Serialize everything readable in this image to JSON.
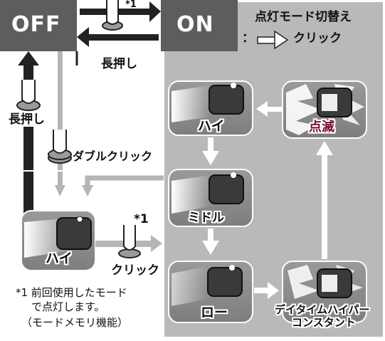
{
  "modes": {
    "off": "OFF",
    "on": "ON"
  },
  "legend": {
    "title": "点灯モード切替え",
    "prefix": "：",
    "click": "クリック"
  },
  "actions": {
    "long_press_top": "長押し",
    "long_press_left": "長押し",
    "double_click": "ダブルクリック",
    "click": "クリック",
    "click_marker": "*1",
    "top_marker": "*1"
  },
  "lights": {
    "start_high": "ハイ",
    "high": "ハイ",
    "middle": "ミドル",
    "low": "ロー",
    "blink": "点滅",
    "daytime_line1": "デイタイムハイパー",
    "daytime_line2": "コンスタント"
  },
  "footnote": {
    "line1": "*1 前回使用したモード",
    "line2": "で点灯します。",
    "line3": "（モードメモリ機能）"
  },
  "colors": {
    "on_panel": "#b9b9bb",
    "mode_box": "#5d5d5f",
    "arrow_gray": "#b5b5b5",
    "arrow_dark": "#222222",
    "blink_label": "#7a1030"
  }
}
